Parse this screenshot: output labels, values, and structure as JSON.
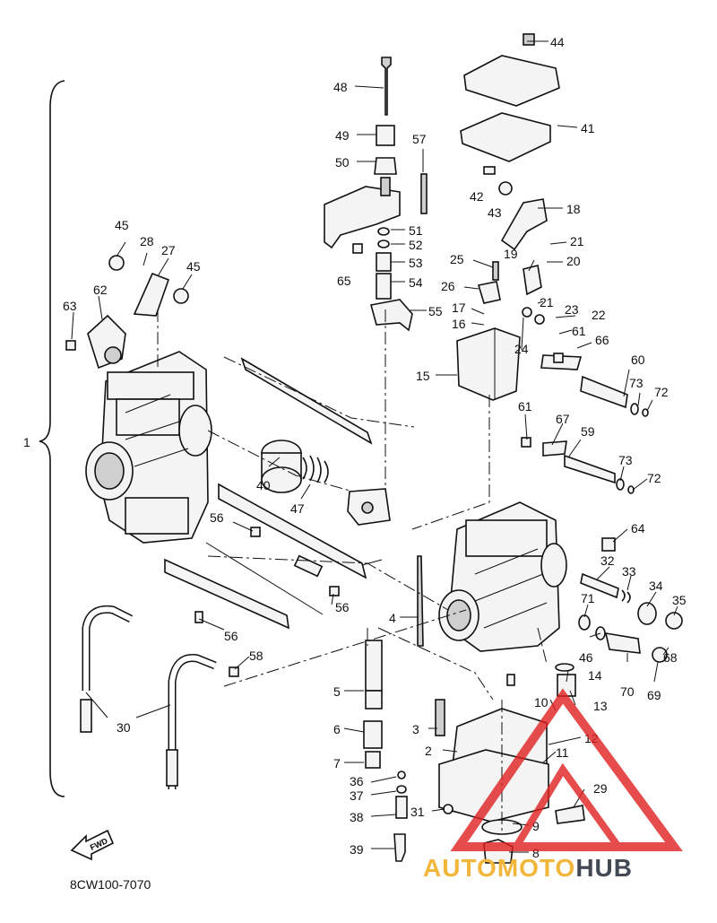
{
  "diagram": {
    "assembly_code": "8CW100-7070",
    "fwd_label": "FWD",
    "watermark": {
      "brand_first": "AUTOMOTO",
      "brand_second": "HUB",
      "accent": "#e02020",
      "brand_color": "#f2b63a"
    },
    "callouts": [
      {
        "id": "c1",
        "label": "1"
      },
      {
        "id": "c2",
        "label": "2"
      },
      {
        "id": "c3",
        "label": "3"
      },
      {
        "id": "c4",
        "label": "4"
      },
      {
        "id": "c5",
        "label": "5"
      },
      {
        "id": "c6",
        "label": "6"
      },
      {
        "id": "c7",
        "label": "7"
      },
      {
        "id": "c8",
        "label": "8"
      },
      {
        "id": "c9",
        "label": "9"
      },
      {
        "id": "c10",
        "label": "10"
      },
      {
        "id": "c11",
        "label": "11"
      },
      {
        "id": "c12",
        "label": "12"
      },
      {
        "id": "c13",
        "label": "13"
      },
      {
        "id": "c14",
        "label": "14"
      },
      {
        "id": "c15",
        "label": "15"
      },
      {
        "id": "c16",
        "label": "16"
      },
      {
        "id": "c17",
        "label": "17"
      },
      {
        "id": "c18",
        "label": "18"
      },
      {
        "id": "c19",
        "label": "19"
      },
      {
        "id": "c20",
        "label": "20"
      },
      {
        "id": "c21a",
        "label": "21"
      },
      {
        "id": "c21b",
        "label": "21"
      },
      {
        "id": "c22",
        "label": "22"
      },
      {
        "id": "c23",
        "label": "23"
      },
      {
        "id": "c24",
        "label": "24"
      },
      {
        "id": "c25",
        "label": "25"
      },
      {
        "id": "c26",
        "label": "26"
      },
      {
        "id": "c27",
        "label": "27"
      },
      {
        "id": "c28",
        "label": "28"
      },
      {
        "id": "c29",
        "label": "29"
      },
      {
        "id": "c30",
        "label": "30"
      },
      {
        "id": "c31",
        "label": "31"
      },
      {
        "id": "c32",
        "label": "32"
      },
      {
        "id": "c33",
        "label": "33"
      },
      {
        "id": "c34",
        "label": "34"
      },
      {
        "id": "c35",
        "label": "35"
      },
      {
        "id": "c36",
        "label": "36"
      },
      {
        "id": "c37",
        "label": "37"
      },
      {
        "id": "c38",
        "label": "38"
      },
      {
        "id": "c39",
        "label": "39"
      },
      {
        "id": "c40",
        "label": "40"
      },
      {
        "id": "c41",
        "label": "41"
      },
      {
        "id": "c42",
        "label": "42"
      },
      {
        "id": "c43",
        "label": "43"
      },
      {
        "id": "c44",
        "label": "44"
      },
      {
        "id": "c45a",
        "label": "45"
      },
      {
        "id": "c45b",
        "label": "45"
      },
      {
        "id": "c46",
        "label": "46"
      },
      {
        "id": "c47",
        "label": "47"
      },
      {
        "id": "c48",
        "label": "48"
      },
      {
        "id": "c49",
        "label": "49"
      },
      {
        "id": "c50",
        "label": "50"
      },
      {
        "id": "c51",
        "label": "51"
      },
      {
        "id": "c52",
        "label": "52"
      },
      {
        "id": "c53",
        "label": "53"
      },
      {
        "id": "c54",
        "label": "54"
      },
      {
        "id": "c55",
        "label": "55"
      },
      {
        "id": "c56a",
        "label": "56"
      },
      {
        "id": "c56b",
        "label": "56"
      },
      {
        "id": "c56c",
        "label": "56"
      },
      {
        "id": "c57",
        "label": "57"
      },
      {
        "id": "c58",
        "label": "58"
      },
      {
        "id": "c59",
        "label": "59"
      },
      {
        "id": "c60",
        "label": "60"
      },
      {
        "id": "c61a",
        "label": "61"
      },
      {
        "id": "c61b",
        "label": "61"
      },
      {
        "id": "c62",
        "label": "62"
      },
      {
        "id": "c63",
        "label": "63"
      },
      {
        "id": "c64",
        "label": "64"
      },
      {
        "id": "c65",
        "label": "65"
      },
      {
        "id": "c66",
        "label": "66"
      },
      {
        "id": "c67",
        "label": "67"
      },
      {
        "id": "c68",
        "label": "68"
      },
      {
        "id": "c69",
        "label": "69"
      },
      {
        "id": "c70",
        "label": "70"
      },
      {
        "id": "c71",
        "label": "71"
      },
      {
        "id": "c72a",
        "label": "72"
      },
      {
        "id": "c72b",
        "label": "72"
      },
      {
        "id": "c73a",
        "label": "73"
      },
      {
        "id": "c73b",
        "label": "73"
      }
    ]
  }
}
